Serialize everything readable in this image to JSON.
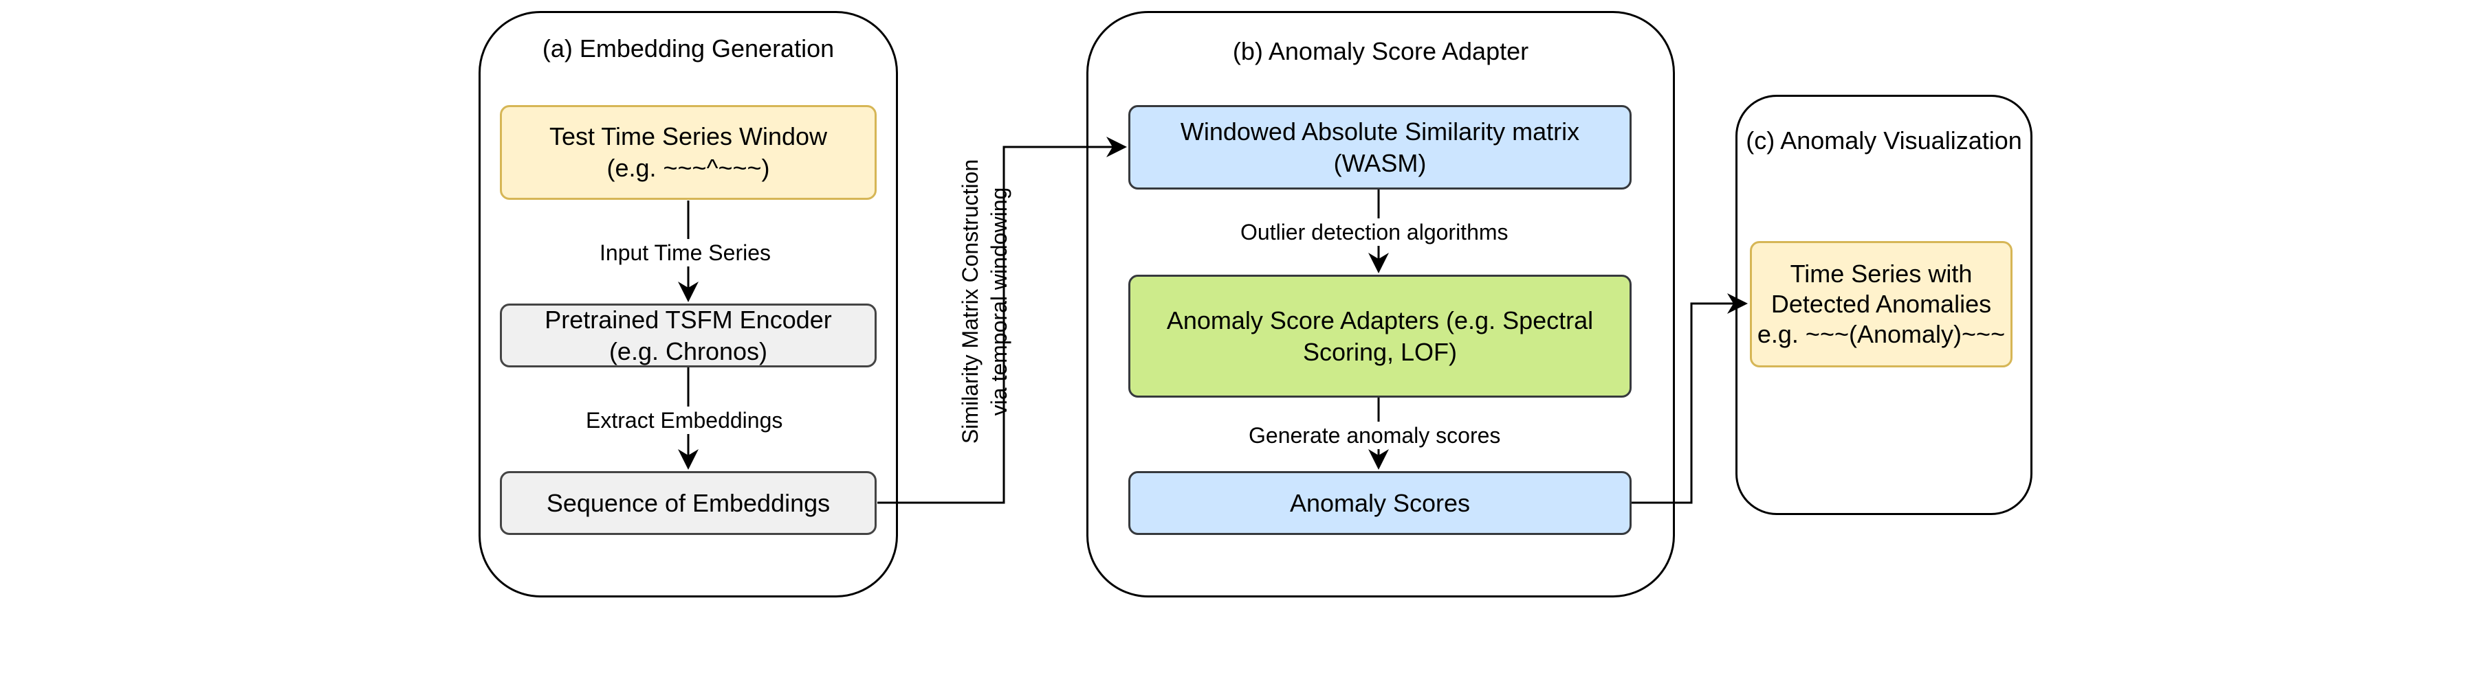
{
  "panels": {
    "a": {
      "title": "(a) Embedding Generation"
    },
    "b": {
      "title": "(b) Anomaly Score Adapter"
    },
    "c": {
      "title": "(c) Anomaly Visualization"
    }
  },
  "nodes": {
    "test_window": {
      "line1": "Test Time Series Window",
      "line2": "(e.g. ~~~^~~~)"
    },
    "encoder": {
      "line1": "Pretrained TSFM Encoder",
      "line2": "(e.g. Chronos)"
    },
    "embeddings": {
      "line1": "Sequence of Embeddings"
    },
    "wasm": {
      "line1": "Windowed Absolute Similarity matrix",
      "line2": "(WASM)"
    },
    "adapters": {
      "line1": "Anomaly Score Adapters (e.g. Spectral",
      "line2": "Scoring, LOF)"
    },
    "scores": {
      "line1": "Anomaly Scores"
    },
    "visual": {
      "line1": "Time Series with",
      "line2": "Detected Anomalies",
      "line3": "e.g. ~~~(Anomaly)~~~"
    }
  },
  "edges": {
    "input_series": "Input Time Series",
    "extract": "Extract Embeddings",
    "outlier": "Outlier detection algorithms",
    "generate": "Generate anomaly scores",
    "similarity_line1": "Similarity Matrix Construction",
    "similarity_line2": "via temporal windowing"
  },
  "colors": {
    "yellow_fill": "#fff2cc",
    "grey_fill": "#f0f0f0",
    "blue_fill": "#cce5ff",
    "green_fill": "#cdeb8b"
  }
}
